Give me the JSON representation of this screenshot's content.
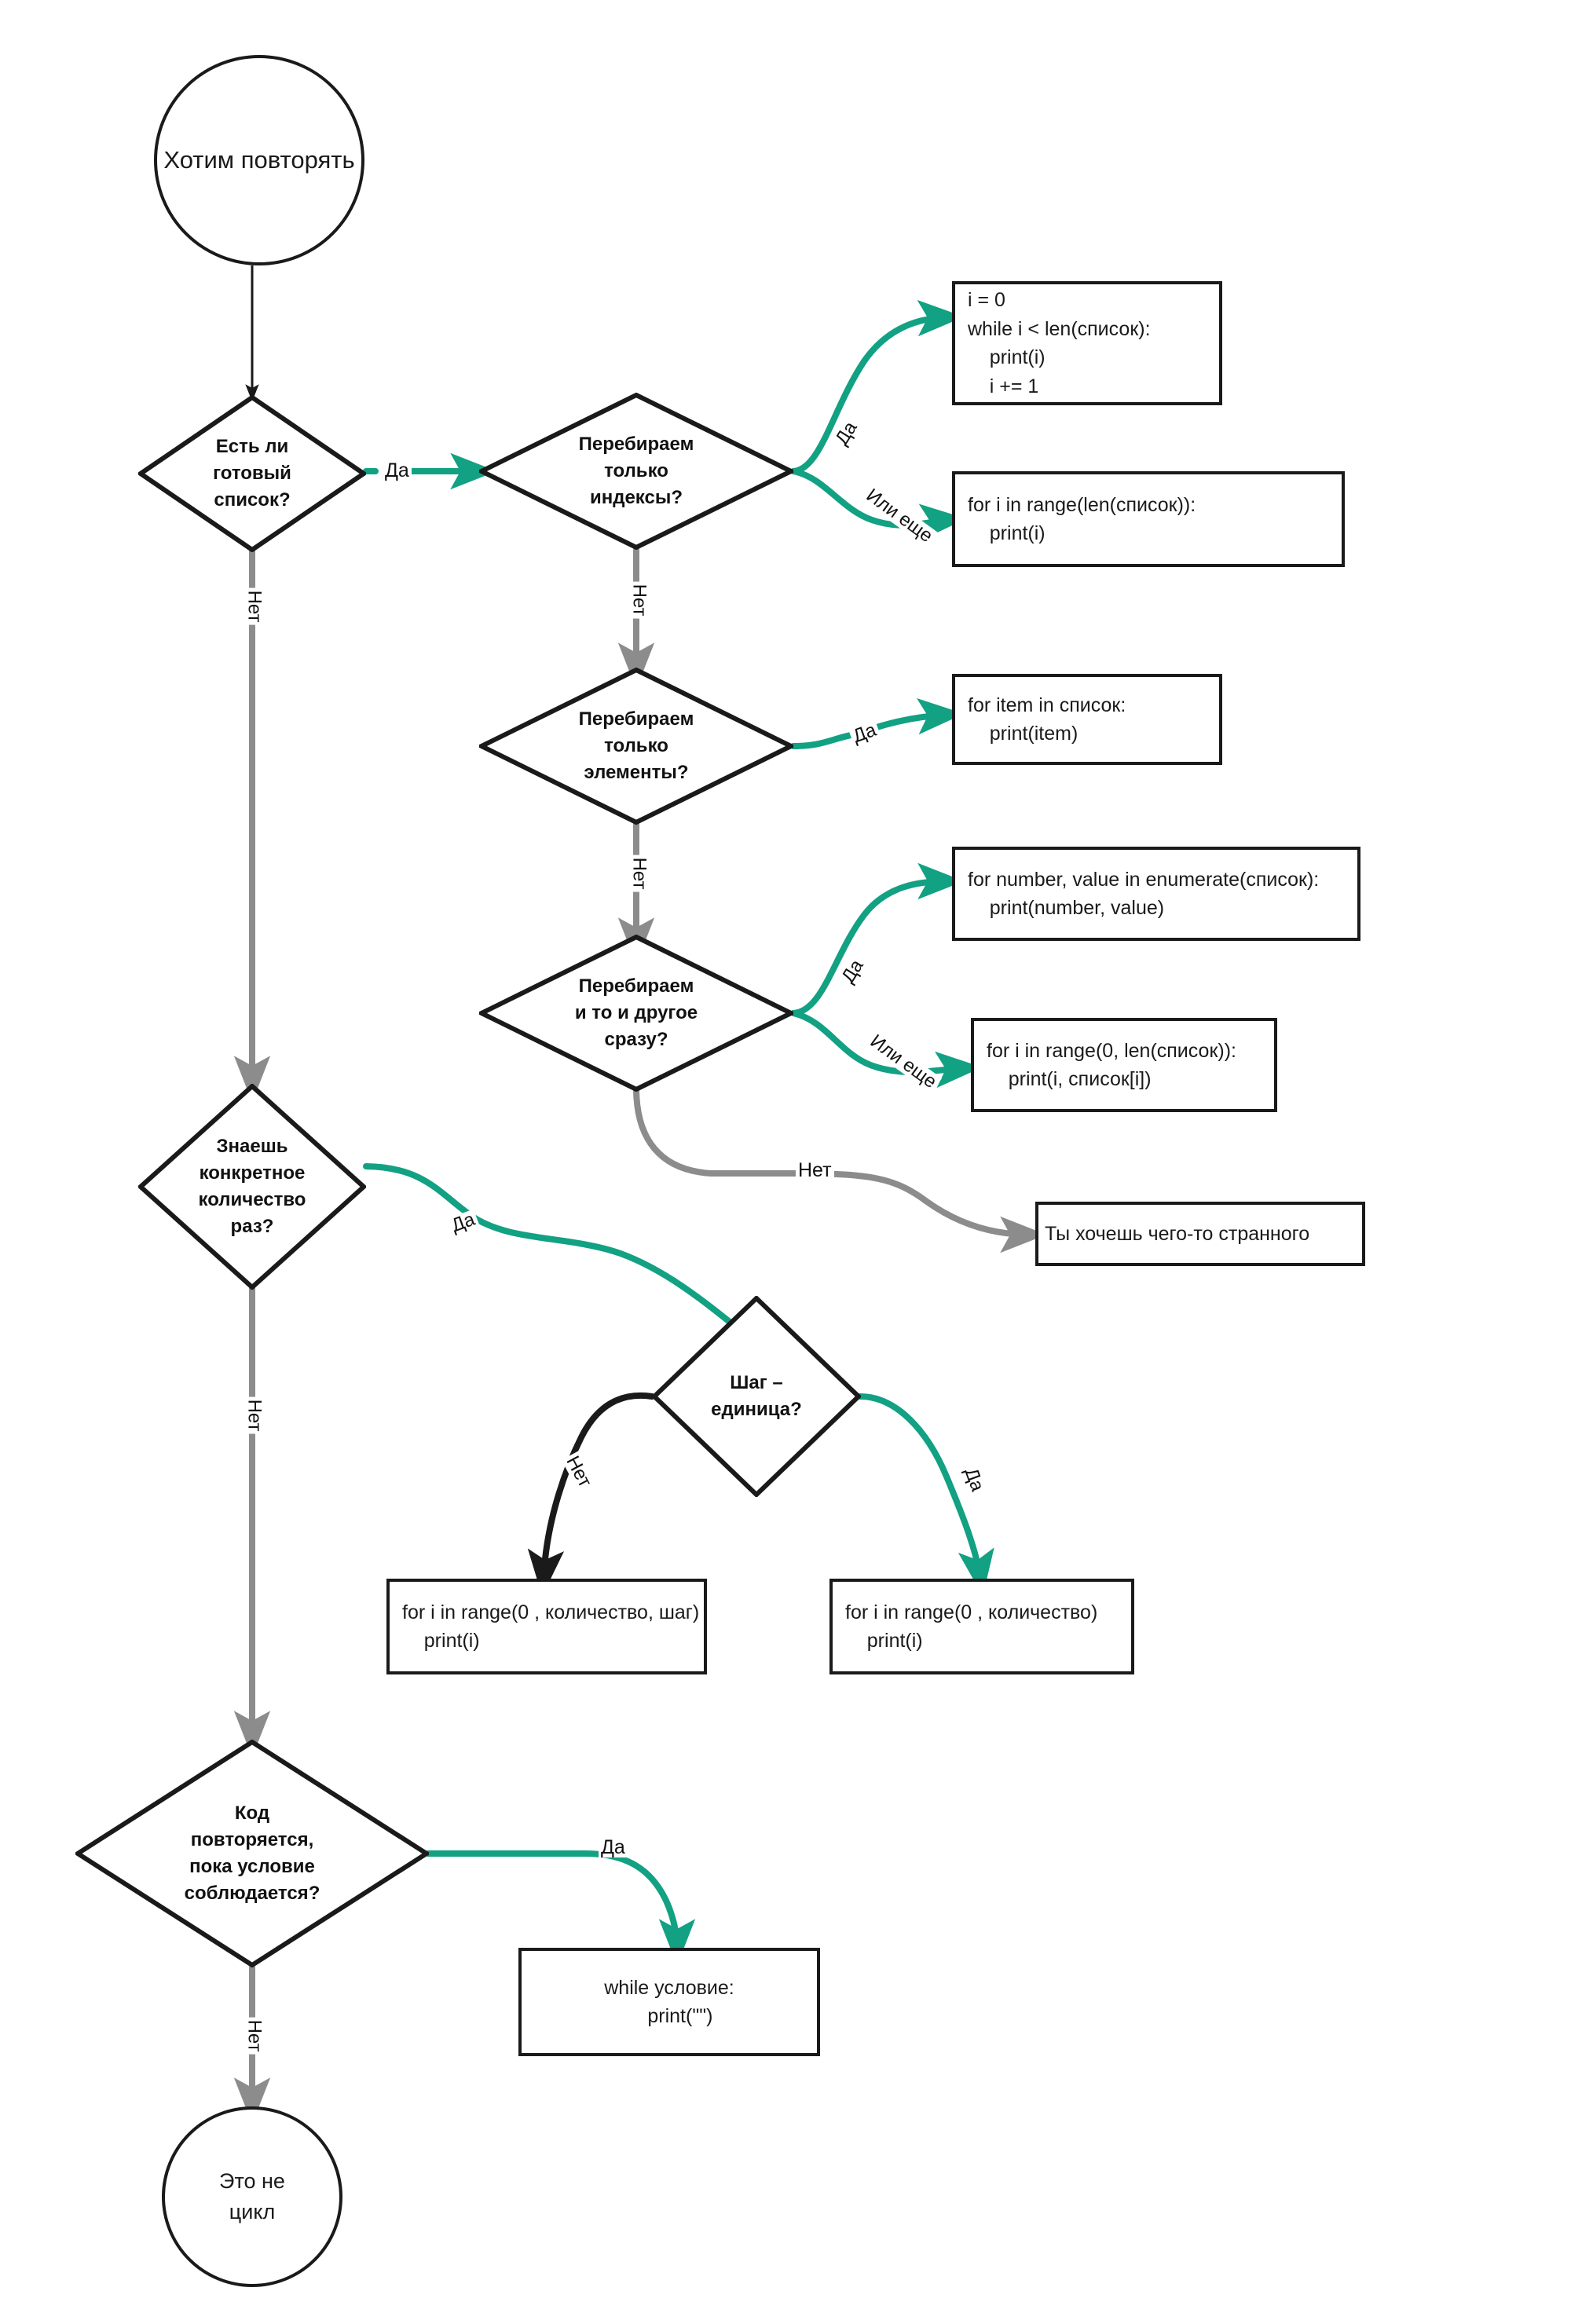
{
  "diagram": {
    "title_text": "Хотим повторять",
    "accent_green": "#12A182",
    "gray": "#8C8C8C",
    "black": "#1A1A1A",
    "nodes": {
      "start": {
        "label": "Хотим повторять"
      },
      "d_ready_list": {
        "label": "Есть ли\nготовый\nсписок?"
      },
      "d_indices": {
        "label": "Перебираем\nтолько\nиндексы?"
      },
      "d_elements": {
        "label": "Перебираем\nтолько\nэлементы?"
      },
      "d_both": {
        "label": "Перебираем\nи то и другое\nсразу?"
      },
      "d_known_count": {
        "label": "Знаешь\nконкретное\nколичество\nраз?"
      },
      "d_step_one": {
        "label": "Шаг –\nединица?"
      },
      "d_while_cond": {
        "label": "Код\nповторяется,\nпока условие\nсоблюдается?"
      },
      "end_not_loop": {
        "label": "Это не\nцикл"
      },
      "box_while_index": {
        "code": "i = 0\nwhile i < len(список):\n    print(i)\n    i += 1"
      },
      "box_for_range_len": {
        "code": "for i in range(len(список)):\n    print(i)"
      },
      "box_for_item": {
        "code": "for item in список:\n    print(item)"
      },
      "box_enumerate": {
        "code": "for number, value in enumerate(список):\n    print(number, value)"
      },
      "box_for_range_0_len": {
        "code": "for i in range(0, len(список)):\n    print(i, список[i])"
      },
      "box_strange": {
        "code": "Ты хочешь чего-то странного"
      },
      "box_range_step": {
        "code": "for i in range(0 , количество, шаг)\n    print(i)"
      },
      "box_range_count": {
        "code": "for i in range(0 , количество)\n    print(i)"
      },
      "box_while_cond": {
        "code": "while условие:\n    print(\"\")"
      }
    },
    "edges": {
      "ready_yes": "Да",
      "ready_no": "Нет",
      "indices_yes": "Да",
      "indices_other": "Или еще",
      "indices_no": "Нет",
      "elements_yes": "Да",
      "elements_no": "Нет",
      "both_yes": "Да",
      "both_other": "Или еще",
      "both_no": "Нет",
      "known_yes": "Да",
      "known_no": "Нет",
      "step_no": "Нет",
      "step_yes": "Да",
      "while_yes": "Да",
      "while_no": "Нет"
    }
  }
}
